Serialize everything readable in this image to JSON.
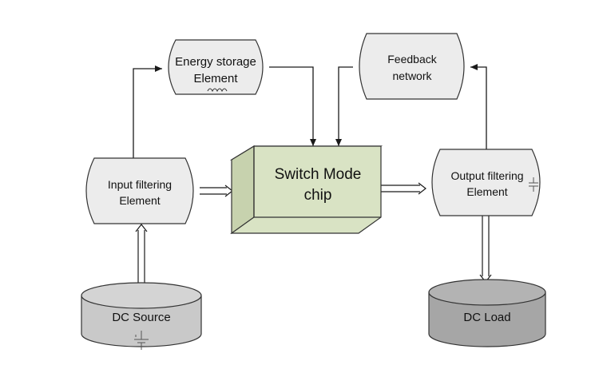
{
  "diagram": {
    "nodes": {
      "energy_storage": {
        "line1": "Energy storage",
        "line2": "Element",
        "fill": "#ececec",
        "symbol": "inductor-icon"
      },
      "feedback": {
        "line1": "Feedback",
        "line2": "network",
        "fill": "#ececec"
      },
      "input_filter": {
        "line1": "Input filtering",
        "line2": "Element",
        "fill": "#ececec"
      },
      "switch_chip": {
        "line1": "Switch Mode",
        "line2": "chip",
        "fill_front": "#d9e3c4",
        "fill_top": "#e4ebd3",
        "fill_side": "#c7d2ae"
      },
      "output_filter": {
        "line1": "Output filtering",
        "line2": "Element",
        "fill": "#ececec",
        "symbol": "capacitor-icon"
      },
      "dc_source": {
        "label": "DC Source",
        "fill": "#c9c9c9",
        "symbol": "battery-icon"
      },
      "dc_load": {
        "label": "DC Load",
        "fill": "#a6a6a6"
      }
    },
    "connections": [
      {
        "from": "dc_source",
        "to": "input_filter",
        "style": "double-arrow"
      },
      {
        "from": "input_filter",
        "to": "energy_storage",
        "style": "arrow"
      },
      {
        "from": "input_filter",
        "to": "switch_chip",
        "style": "double-arrow"
      },
      {
        "from": "energy_storage",
        "to": "switch_chip",
        "style": "arrow"
      },
      {
        "from": "feedback",
        "to": "switch_chip",
        "style": "arrow"
      },
      {
        "from": "switch_chip",
        "to": "output_filter",
        "style": "double-arrow"
      },
      {
        "from": "output_filter",
        "to": "feedback",
        "style": "arrow"
      },
      {
        "from": "output_filter",
        "to": "dc_load",
        "style": "double-arrow"
      }
    ]
  }
}
